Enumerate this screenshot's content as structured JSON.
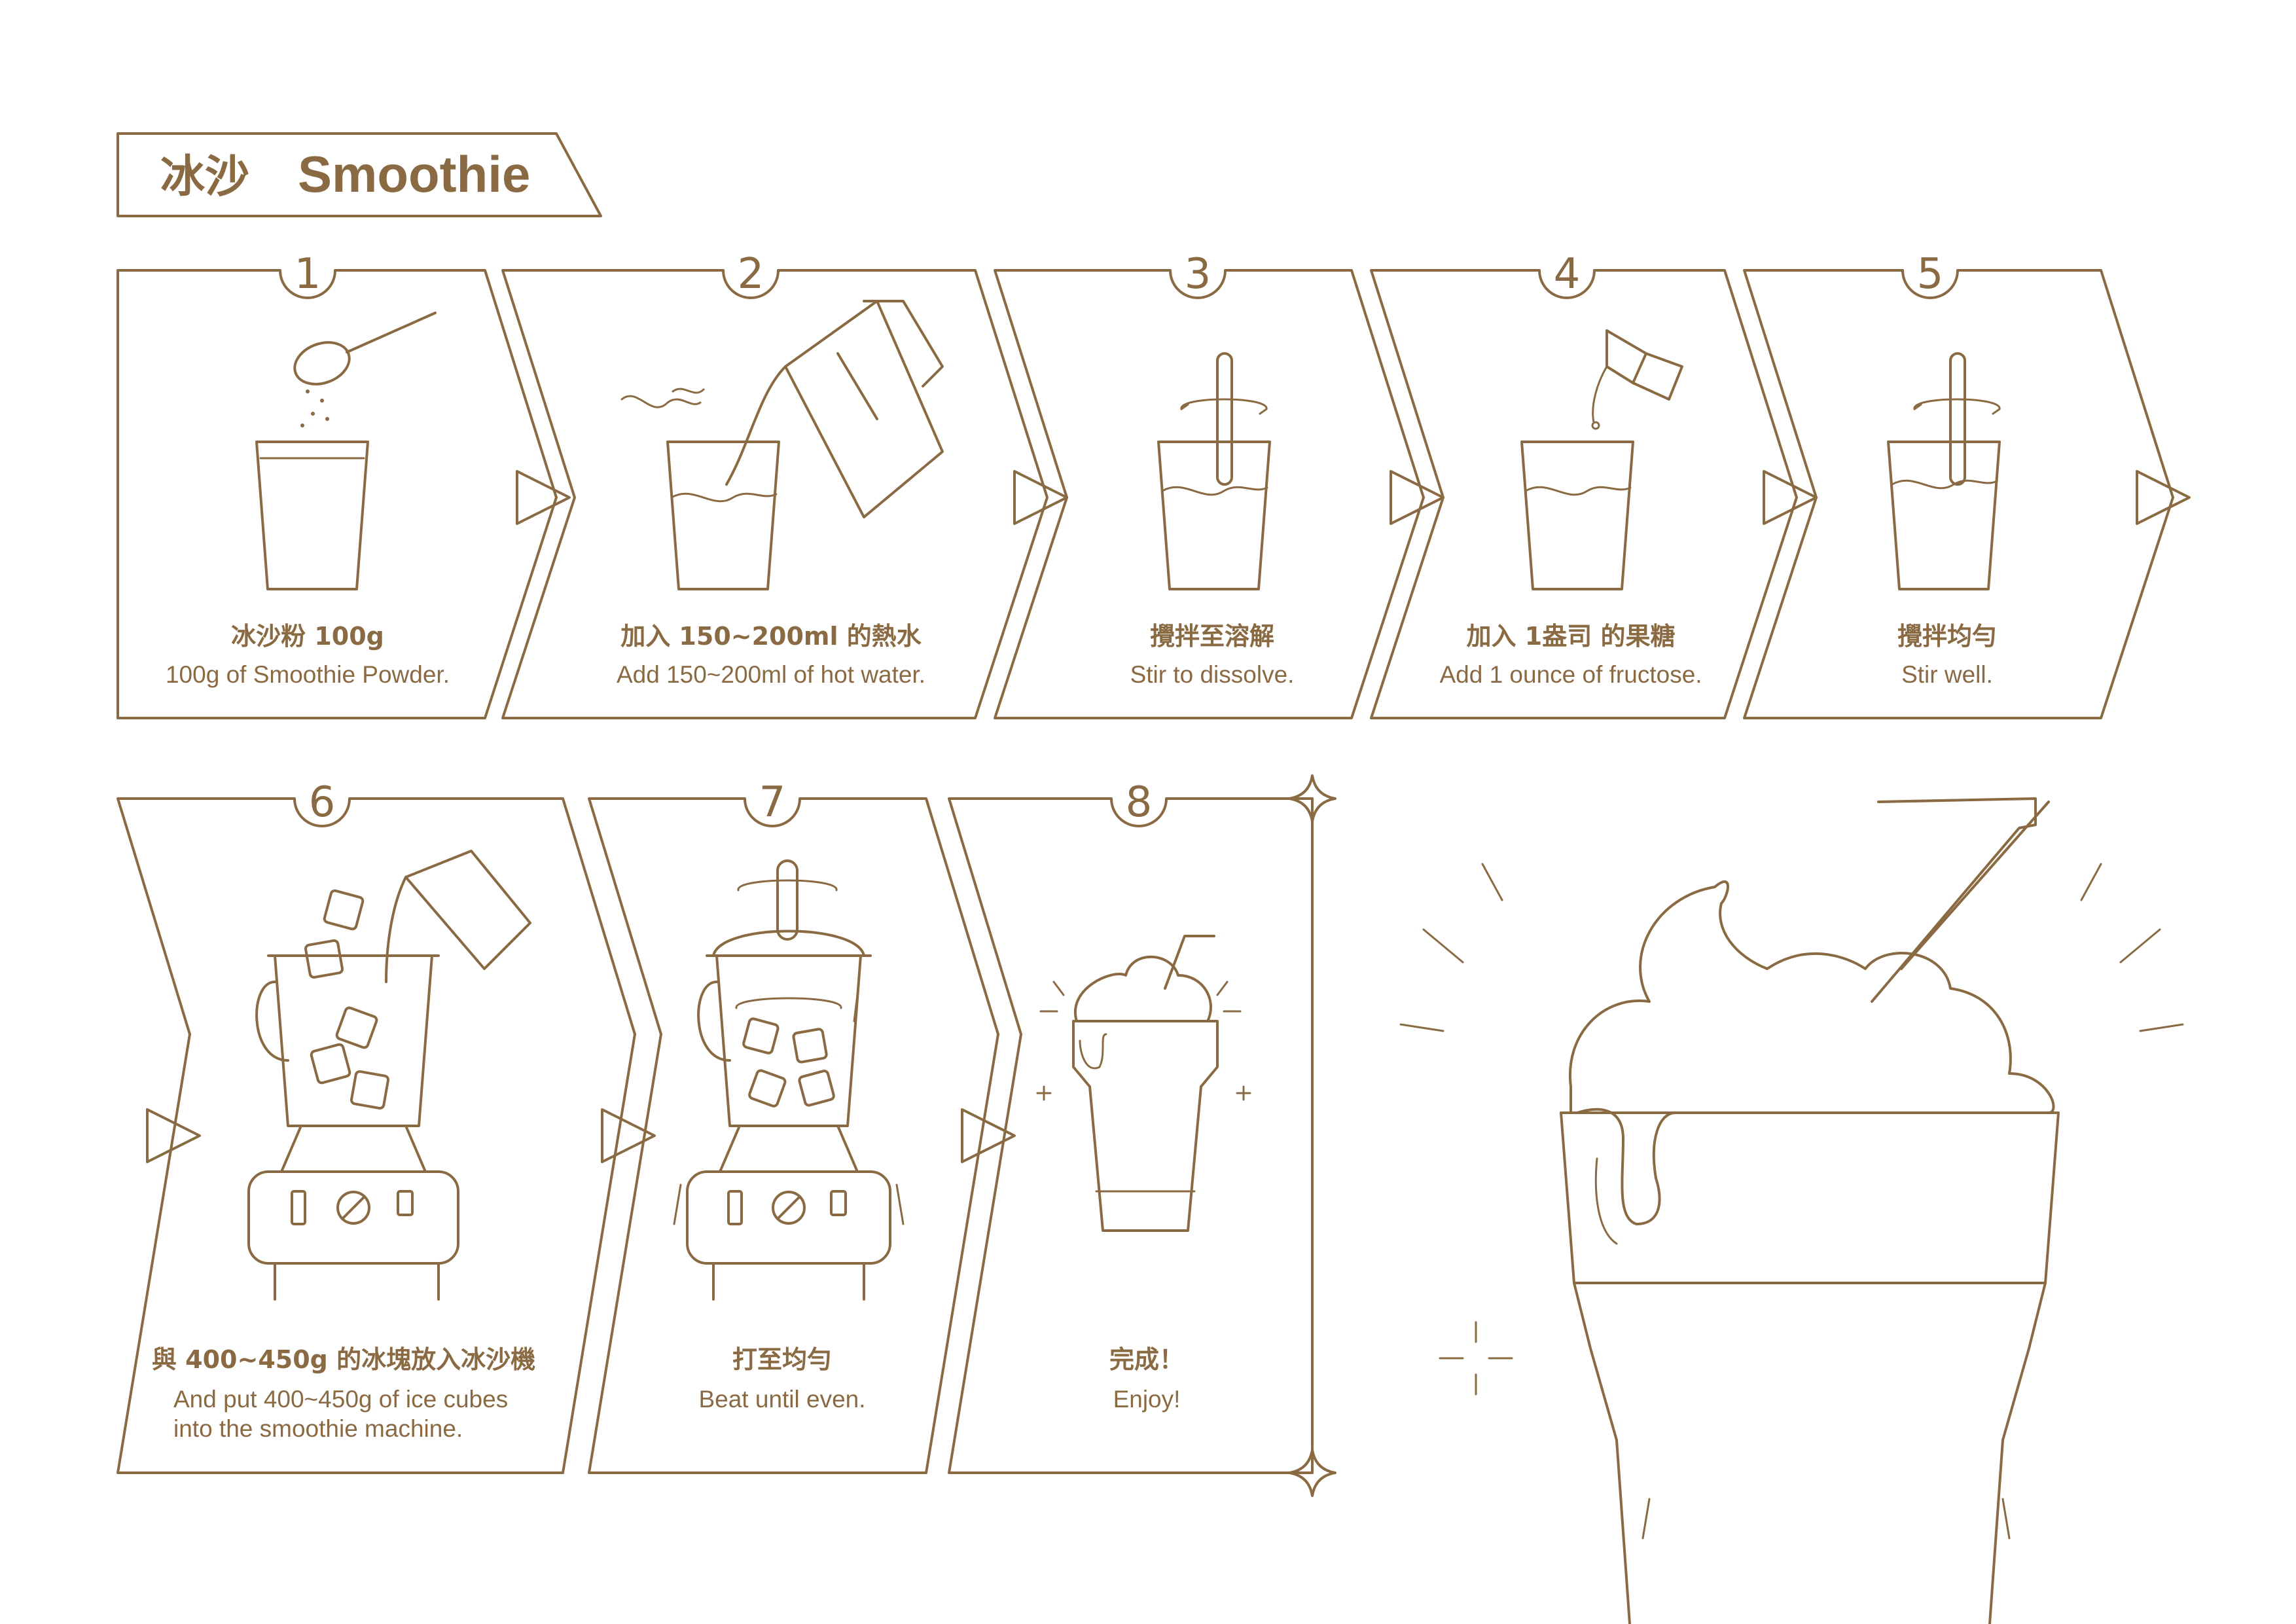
{
  "header": {
    "title_cn": "冰沙",
    "title_en": "Smoothie"
  },
  "steps": [
    {
      "number": "1",
      "cn": "冰沙粉 100g",
      "en_lines": [
        "100g of Smoothie Powder."
      ]
    },
    {
      "number": "2",
      "cn": "加入 150~200ml 的熱水",
      "en_lines": [
        "Add 150~200ml of hot water."
      ]
    },
    {
      "number": "3",
      "cn": "攪拌至溶解",
      "en_lines": [
        "Stir to dissolve."
      ]
    },
    {
      "number": "4",
      "cn": "加入 1盎司 的果糖",
      "en_lines": [
        "Add 1 ounce of fructose."
      ]
    },
    {
      "number": "5",
      "cn": "攪拌均勻",
      "en_lines": [
        "Stir well."
      ]
    },
    {
      "number": "6",
      "cn": "與 400~450g 的冰塊放入冰沙機",
      "en_lines": [
        "And put 400~450g of ice cubes",
        "into the smoothie machine."
      ]
    },
    {
      "number": "7",
      "cn": "打至均勻",
      "en_lines": [
        "Beat until even."
      ]
    },
    {
      "number": "8",
      "cn": "完成！",
      "en_lines": [
        "Enjoy!"
      ]
    }
  ],
  "colors": {
    "line": "#8a6a43",
    "background": "#ffffff"
  },
  "icons": [
    "spoon-icon",
    "kettle-icon",
    "stir-icon",
    "fructose-packet-icon",
    "blender-icon",
    "smoothie-cup-icon",
    "sparkle-icon",
    "arrow-right-icon"
  ]
}
